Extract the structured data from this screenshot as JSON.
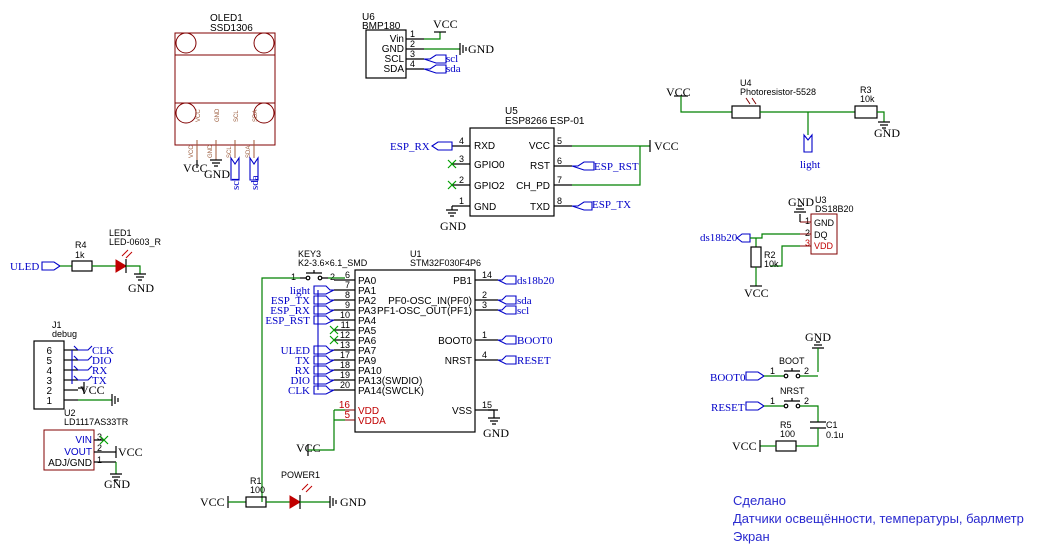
{
  "oled": {
    "ref": "OLED1",
    "value": "SSD1306",
    "pin_vcc": "VCC",
    "pin_gnd": "GND",
    "pin_scl": "SCL",
    "pin_sda": "SDA",
    "net_vcc": "VCC",
    "net_gnd": "GND",
    "net_scl": "scl",
    "net_sda": "sda"
  },
  "u6": {
    "ref": "U6",
    "value": "BMP180",
    "pins": [
      "Vin",
      "GND",
      "SCL",
      "SDA"
    ],
    "pin_nums": [
      "1",
      "2",
      "3",
      "4"
    ],
    "net_vcc": "VCC",
    "net_gnd": "GND",
    "net_scl": "scl",
    "net_sda": "sda"
  },
  "u5": {
    "ref": "U5",
    "value": "ESP8266 ESP-01",
    "left_pins": [
      {
        "num": "4",
        "name": "RXD"
      },
      {
        "num": "3",
        "name": "GPIO0"
      },
      {
        "num": "2",
        "name": "GPIO2"
      },
      {
        "num": "1",
        "name": "GND"
      }
    ],
    "right_pins": [
      {
        "num": "5",
        "name": "VCC"
      },
      {
        "num": "6",
        "name": "RST"
      },
      {
        "num": "7",
        "name": "CH_PD"
      },
      {
        "num": "8",
        "name": "TXD"
      }
    ],
    "net_rx": "ESP_RX",
    "net_rst": "ESP_RST",
    "net_tx": "ESP_TX",
    "net_vcc": "VCC",
    "net_gnd": "GND"
  },
  "u4": {
    "ref": "U4",
    "value": "Photoresistor-5528",
    "net_vcc": "VCC",
    "net_light": "light"
  },
  "r3": {
    "ref": "R3",
    "value": "10k",
    "net_gnd": "GND"
  },
  "u3": {
    "ref": "U3",
    "value": "DS18B20",
    "pins": [
      {
        "num": "1",
        "name": "GND"
      },
      {
        "num": "2",
        "name": "DQ"
      },
      {
        "num": "3",
        "name": "VDD"
      }
    ],
    "net_gnd": "GND",
    "net_ds": "ds18b20"
  },
  "r2": {
    "ref": "R2",
    "value": "10k",
    "net_vcc": "VCC"
  },
  "led1": {
    "ref": "LED1",
    "value": "LED-0603_R",
    "net_in": "ULED",
    "net_gnd": "GND"
  },
  "r4": {
    "ref": "R4",
    "value": "1k"
  },
  "key3": {
    "ref": "KEY3",
    "value": "K2-3.6×6.1_SMD",
    "p1": "1",
    "p2": "2"
  },
  "u1": {
    "ref": "U1",
    "value": "STM32F030F4P6",
    "left_pins": [
      {
        "num": "6",
        "name": "PA0",
        "net": ""
      },
      {
        "num": "7",
        "name": "PA1",
        "net": "light"
      },
      {
        "num": "8",
        "name": "PA2",
        "net": "ESP_TX"
      },
      {
        "num": "9",
        "name": "PA3",
        "net": "ESP_RX"
      },
      {
        "num": "10",
        "name": "PA4",
        "net": "ESP_RST"
      },
      {
        "num": "11",
        "name": "PA5",
        "net": ""
      },
      {
        "num": "12",
        "name": "PA6",
        "net": ""
      },
      {
        "num": "13",
        "name": "PA7",
        "net": "ULED"
      },
      {
        "num": "17",
        "name": "PA9",
        "net": "TX"
      },
      {
        "num": "18",
        "name": "PA10",
        "net": "RX"
      },
      {
        "num": "19",
        "name": "PA13(SWDIO)",
        "net": "DIO"
      },
      {
        "num": "20",
        "name": "PA14(SWCLK)",
        "net": "CLK"
      },
      {
        "num": "16",
        "name": "VDD",
        "net": ""
      },
      {
        "num": "5",
        "name": "VDDA",
        "net": ""
      }
    ],
    "right_pins": [
      {
        "num": "14",
        "name": "PB1",
        "net": "ds18b20"
      },
      {
        "num": "2",
        "name": "PF0-OSC_IN(PF0)",
        "net": "sda"
      },
      {
        "num": "3",
        "name": "PF1-OSC_OUT(PF1)",
        "net": "scl"
      },
      {
        "num": "1",
        "name": "BOOT0",
        "net": "BOOT0"
      },
      {
        "num": "4",
        "name": "NRST",
        "net": "RESET"
      },
      {
        "num": "15",
        "name": "VSS",
        "net": "GND"
      }
    ],
    "net_vcc": "VCC"
  },
  "j1": {
    "ref": "J1",
    "value": "debug",
    "pins": [
      "6",
      "5",
      "4",
      "3",
      "2",
      "1"
    ],
    "nets": [
      "CLK",
      "DIO",
      "RX",
      "TX",
      "VCC",
      ""
    ]
  },
  "u2": {
    "ref": "U2",
    "value": "LD1117AS33TR",
    "pins": [
      {
        "num": "3",
        "name": "VIN"
      },
      {
        "num": "2",
        "name": "VOUT"
      },
      {
        "num": "1",
        "name": "ADJ/GND"
      }
    ],
    "net_vcc": "VCC",
    "net_gnd": "GND"
  },
  "r1": {
    "ref": "R1",
    "value": "100",
    "net_vcc": "VCC"
  },
  "power1": {
    "ref": "POWER1",
    "net_gnd": "GND"
  },
  "boot": {
    "ref": "BOOT",
    "net": "BOOT0",
    "p1": "1",
    "p2": "2",
    "net_gnd": "GND"
  },
  "nrst": {
    "ref": "NRST",
    "net": "RESET",
    "p1": "1",
    "p2": "2"
  },
  "r5": {
    "ref": "R5",
    "value": "100",
    "net_vcc": "VCC"
  },
  "c1": {
    "ref": "C1",
    "value": "0.1u"
  },
  "notes": [
    "Сделано",
    "Датчики освещённости, температуры, барлметр",
    "Экран"
  ]
}
